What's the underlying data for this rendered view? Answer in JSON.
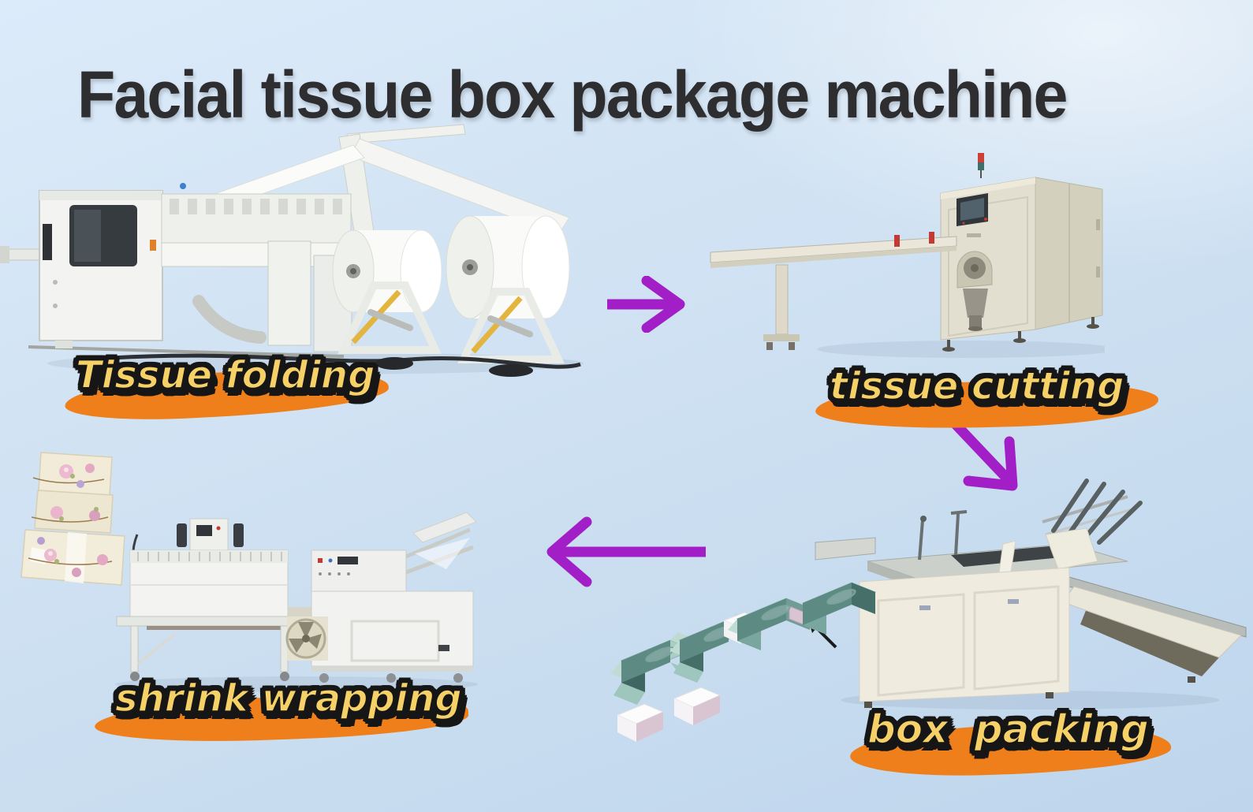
{
  "title": "Facial tissue box package machine",
  "stages": [
    {
      "label": "Tissue folding",
      "machine": "tissue-folding-machine"
    },
    {
      "label": "tissue cutting",
      "machine": "tissue-cutting-machine"
    },
    {
      "label": "box packing",
      "machine": "box-packing-machine"
    },
    {
      "label": "shrink wrapping",
      "machine": "shrink-wrapping-machine"
    }
  ],
  "arrows": [
    {
      "name": "arrow-folding-to-cutting",
      "direction": "right"
    },
    {
      "name": "arrow-cutting-to-packing",
      "direction": "down-right"
    },
    {
      "name": "arrow-packing-to-wrapping",
      "direction": "left"
    },
    {
      "name": "arrow-tissue-into-box",
      "direction": "up-left"
    }
  ],
  "decorations": [
    "floral-tissue-box-stack",
    "tissue-box-folding-sequence",
    "white-tissue-stacks"
  ],
  "colors": {
    "background_top": "#dcebfa",
    "background_bottom": "#bed5ec",
    "title_text": "#2e2e31",
    "label_fill": "#f6d167",
    "label_outline": "#161616",
    "label_blob": "#ee7f1b",
    "arrow_purple": "#a21ec6",
    "machine_white": "#f3f4f1",
    "machine_beige": "#ddd9c8",
    "box_teal": "#a8cfc5"
  }
}
